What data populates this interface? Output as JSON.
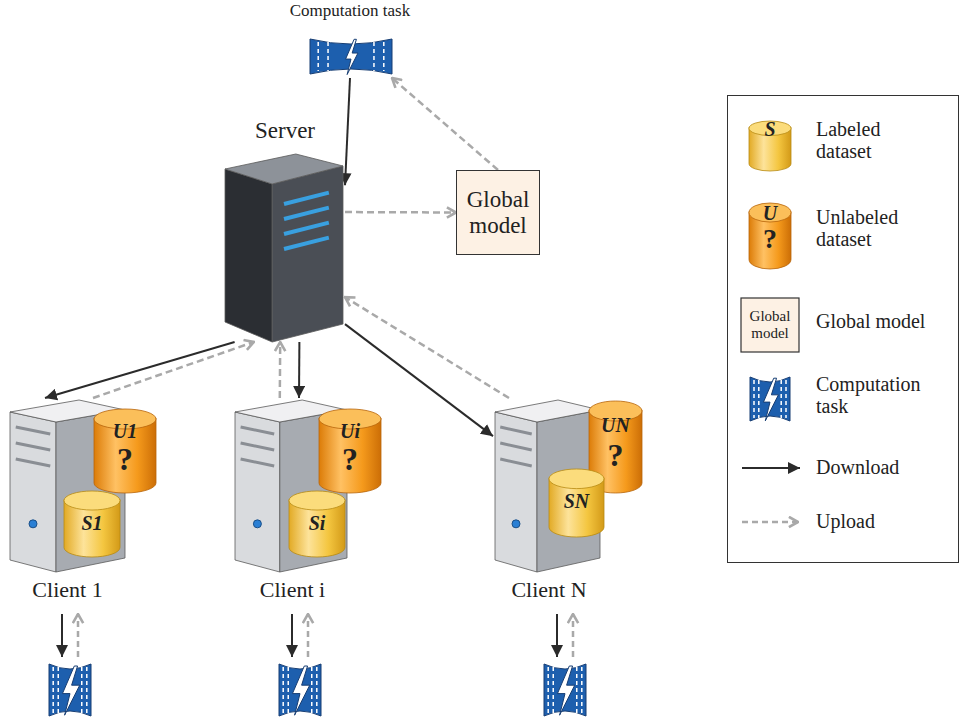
{
  "diagram": {
    "nodes": [
      {
        "text": [
          "Computation task"
        ]
      },
      {
        "text": [
          "Server"
        ]
      },
      {
        "text": [
          "Global model"
        ]
      },
      {
        "text": [
          "Client 1"
        ]
      },
      {
        "text": [
          "U1",
          "?"
        ],
        "in": 3
      },
      {
        "text": [
          "S1"
        ],
        "in": 3
      },
      {
        "text": [
          "Client i"
        ]
      },
      {
        "text": [
          "Ui",
          "?"
        ],
        "in": 6
      },
      {
        "text": [
          "Si"
        ],
        "in": 6
      },
      {
        "text": [
          "Client N"
        ]
      },
      {
        "text": [
          "UN",
          "?"
        ],
        "in": 9
      },
      {
        "text": [
          "SN"
        ],
        "in": 9
      }
    ],
    "edges": [
      {
        "from": 0,
        "to": 1,
        "arrow": "to"
      },
      {
        "from": 1,
        "to": 2,
        "arrow": "to"
      },
      {
        "from": 2,
        "to": 0,
        "arrow": "to"
      },
      {
        "from": 1,
        "to": 3,
        "arrow": "to"
      },
      {
        "from": 3,
        "to": 1,
        "arrow": "to"
      },
      {
        "from": 1,
        "to": 6,
        "arrow": "to"
      },
      {
        "from": 6,
        "to": 1,
        "arrow": "to"
      },
      {
        "from": 1,
        "to": 9,
        "arrow": "to"
      },
      {
        "from": 9,
        "to": 1,
        "arrow": "to"
      }
    ],
    "labels": [
      "S",
      "U",
      "?",
      "Global model"
    ],
    "legend": [
      {
        "text": "Labeled dataset"
      },
      {
        "text": "Unlabeled dataset"
      },
      {
        "text": "Global model"
      },
      {
        "text": "Computation task"
      },
      {
        "text": "Download"
      },
      {
        "text": "Upload"
      }
    ]
  }
}
